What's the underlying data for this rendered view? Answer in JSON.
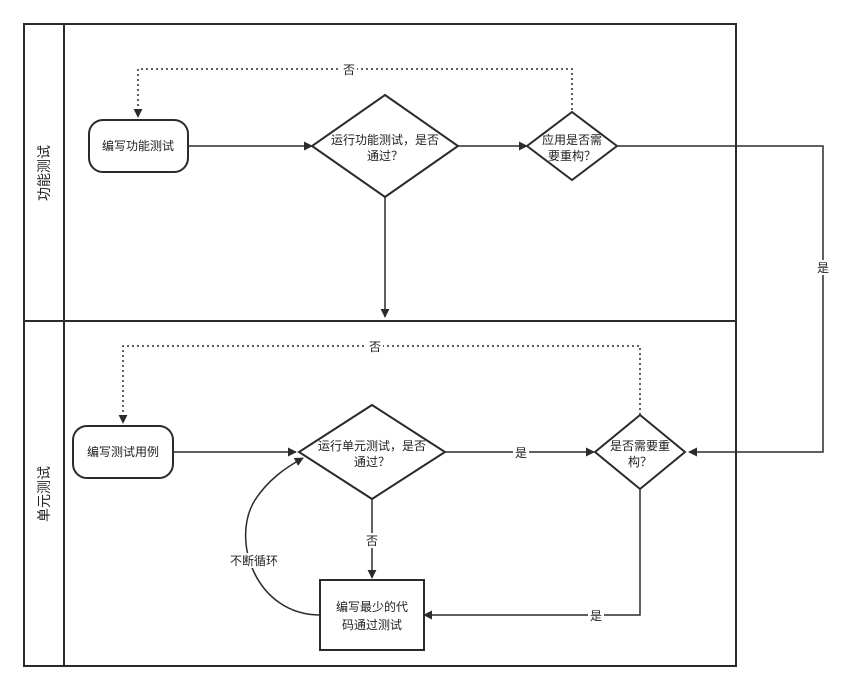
{
  "lanes": {
    "functional": "功能测试",
    "unit": "单元测试"
  },
  "nodes": {
    "write_functional_test": "编写功能测试",
    "run_functional_test": [
      "运行功能测试，是否",
      "通过？"
    ],
    "app_needs_refactor": [
      "应用是否需",
      "要重构？"
    ],
    "write_unit_test": "编写测试用例",
    "run_unit_test": [
      "运行单元测试，是否",
      "通过？"
    ],
    "needs_refactor": [
      "是否需要重",
      "构？"
    ],
    "write_min_code": [
      "编写最少的代",
      "码通过测试"
    ]
  },
  "edge_labels": {
    "no_top": "否",
    "yes_right": "是",
    "no_unit_top": "否",
    "yes_unit_pass": "是",
    "no_unit_down": "否",
    "loop": "不断循环",
    "yes_refactor_bottom": "是"
  }
}
